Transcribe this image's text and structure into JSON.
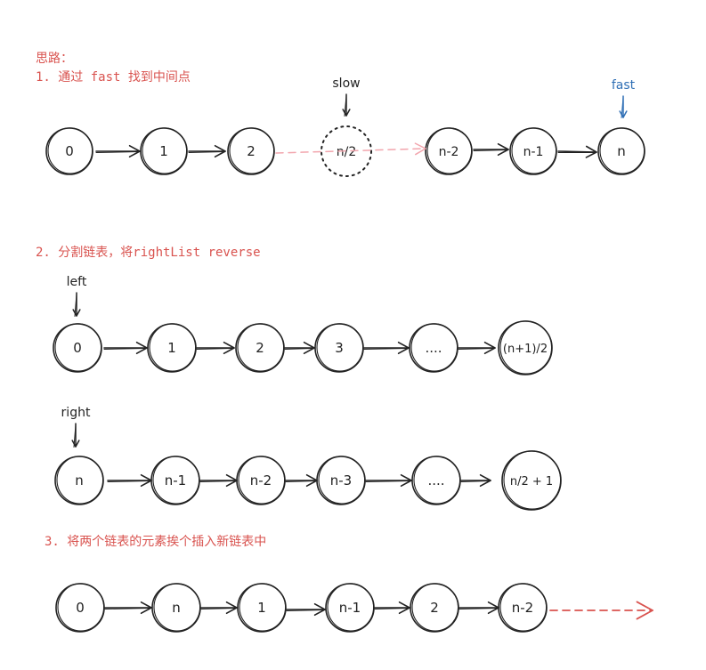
{
  "heading": "思路：",
  "step1": "1. 通过 fast 找到中间点",
  "step2": "2. 分割链表，将rightList reverse",
  "step3": "3. 将两个链表的元素挨个插入新链表中",
  "colors": {
    "text_red": "#d9534f",
    "ink": "#222222",
    "blue": "#2f6fb5",
    "pink": "#f2a5ad",
    "arrow_red": "#d9534f"
  },
  "row1": {
    "nodes": [
      "0",
      "1",
      "2",
      "n/2",
      "n-2",
      "n-1",
      "n"
    ],
    "slow_label": "slow",
    "fast_label": "fast"
  },
  "row2": {
    "nodes": [
      "0",
      "1",
      "2",
      "3",
      "....",
      "(n+1)/2"
    ],
    "pointer_label": "left"
  },
  "row3": {
    "nodes": [
      "n",
      "n-1",
      "n-2",
      "n-3",
      "....",
      "n/2 + 1"
    ],
    "pointer_label": "right"
  },
  "row4": {
    "nodes": [
      "0",
      "n",
      "1",
      "n-1",
      "2",
      "n-2"
    ]
  }
}
